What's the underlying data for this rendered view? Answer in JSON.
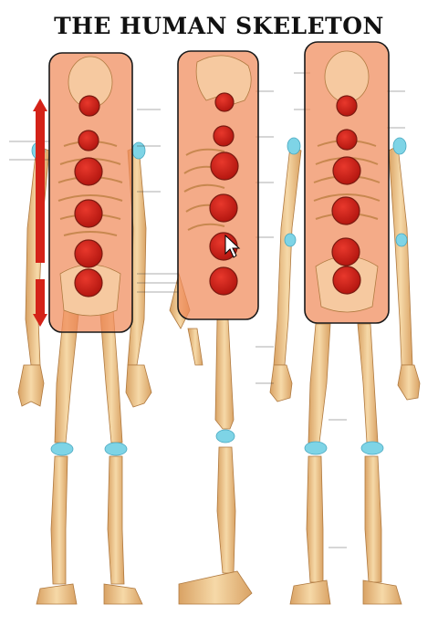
{
  "title": "THE HUMAN SKELETON",
  "colors": {
    "bone": "#f0c890",
    "bone_dark": "#c89558",
    "overlay_fill": "#f08a5a",
    "overlay_stroke": "#1a1a1a",
    "marker": "#d42218",
    "cartilage": "#7ed4e6",
    "arrow": "#d42218"
  },
  "panels": [
    {
      "name": "posterior-view",
      "markers": 6
    },
    {
      "name": "lateral-view",
      "markers": 6
    },
    {
      "name": "anterior-view",
      "markers": 6
    }
  ],
  "icons": [
    "mouse-cursor-icon",
    "up-arrow-icon",
    "down-arrow-icon"
  ]
}
